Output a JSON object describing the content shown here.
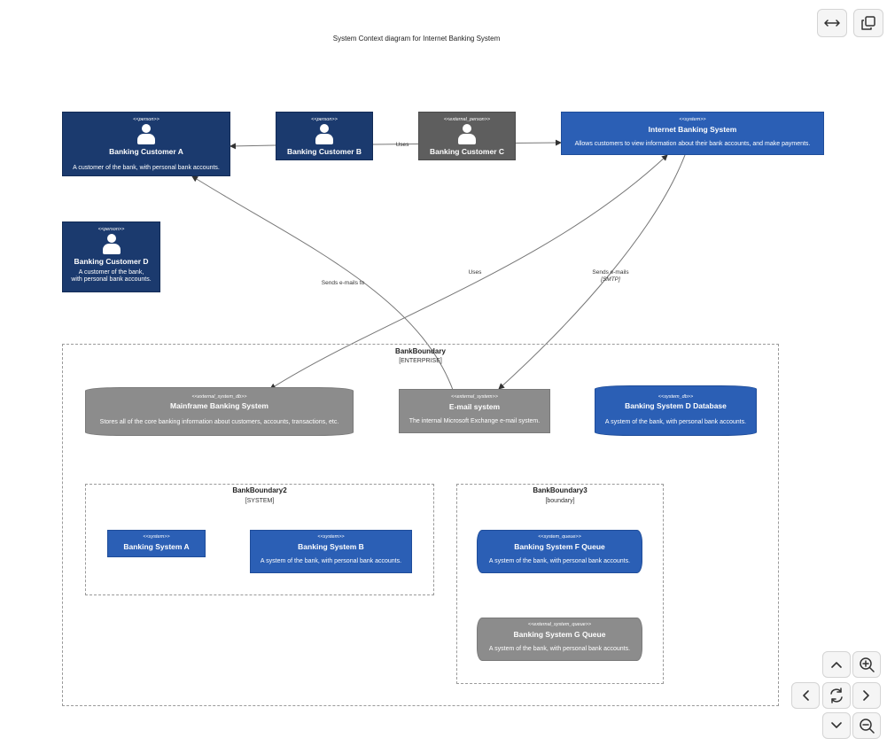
{
  "diagram": {
    "title": "System Context diagram for Internet Banking System",
    "nodes": {
      "customer_a": {
        "stereotype": "<<person>>",
        "name": "Banking Customer A",
        "description": "A customer of the bank, with personal bank accounts."
      },
      "customer_b": {
        "stereotype": "<<person>>",
        "name": "Banking Customer B",
        "description": ""
      },
      "customer_c": {
        "stereotype": "<<external_person>>",
        "name": "Banking Customer C",
        "description": ""
      },
      "internet_banking": {
        "stereotype": "<<system>>",
        "name": "Internet Banking System",
        "description": "Allows customers to view information about their bank accounts, and make payments."
      },
      "customer_d": {
        "stereotype": "<<person>>",
        "name": "Banking Customer D",
        "description_line1": "A customer of the bank,",
        "description_line2": "with personal bank accounts."
      },
      "mainframe": {
        "stereotype": "<<external_system_db>>",
        "name": "Mainframe Banking System",
        "description": "Stores all of the core banking information about customers, accounts, transactions, etc."
      },
      "email": {
        "stereotype": "<<external_system>>",
        "name": "E-mail system",
        "description": "The internal Microsoft Exchange e-mail system."
      },
      "system_d_db": {
        "stereotype": "<<system_db>>",
        "name": "Banking System D Database",
        "description": "A system of the bank, with personal bank accounts."
      },
      "system_a": {
        "stereotype": "<<system>>",
        "name": "Banking System A",
        "description": ""
      },
      "system_b": {
        "stereotype": "<<system>>",
        "name": "Banking System B",
        "description": "A system of the bank, with personal bank accounts."
      },
      "system_f_queue": {
        "stereotype": "<<system_queue>>",
        "name": "Banking System F Queue",
        "description": "A system of the bank, with personal bank accounts."
      },
      "system_g_queue": {
        "stereotype": "<<external_system_queue>>",
        "name": "Banking System G Queue",
        "description": "A system of the bank, with personal bank accounts."
      }
    },
    "boundaries": {
      "bank": {
        "name": "BankBoundary",
        "type": "[ENTERPRISE]"
      },
      "bank2": {
        "name": "BankBoundary2",
        "type": "[SYSTEM]"
      },
      "bank3": {
        "name": "BankBoundary3",
        "type": "[boundary]"
      }
    },
    "relations": {
      "uses_top": "Uses",
      "uses_mainframe": "Uses",
      "sends_emails_to": "Sends e-mails to",
      "sends_emails": "Sends e-mails",
      "sends_emails_tech": "[SMTP]"
    }
  },
  "controls": {
    "fit_icon": "horizontal-arrows-icon",
    "copy_icon": "copy-icon",
    "pan_up_icon": "chevron-up-icon",
    "pan_down_icon": "chevron-down-icon",
    "pan_left_icon": "chevron-left-icon",
    "pan_right_icon": "chevron-right-icon",
    "zoom_in_icon": "zoom-in-icon",
    "zoom_out_icon": "zoom-out-icon",
    "reset_icon": "reset-icon"
  },
  "colors": {
    "person": "#1b3a6e",
    "external_person": "#5e5e5e",
    "system": "#2b5fb5",
    "external_system": "#8c8c8c"
  }
}
